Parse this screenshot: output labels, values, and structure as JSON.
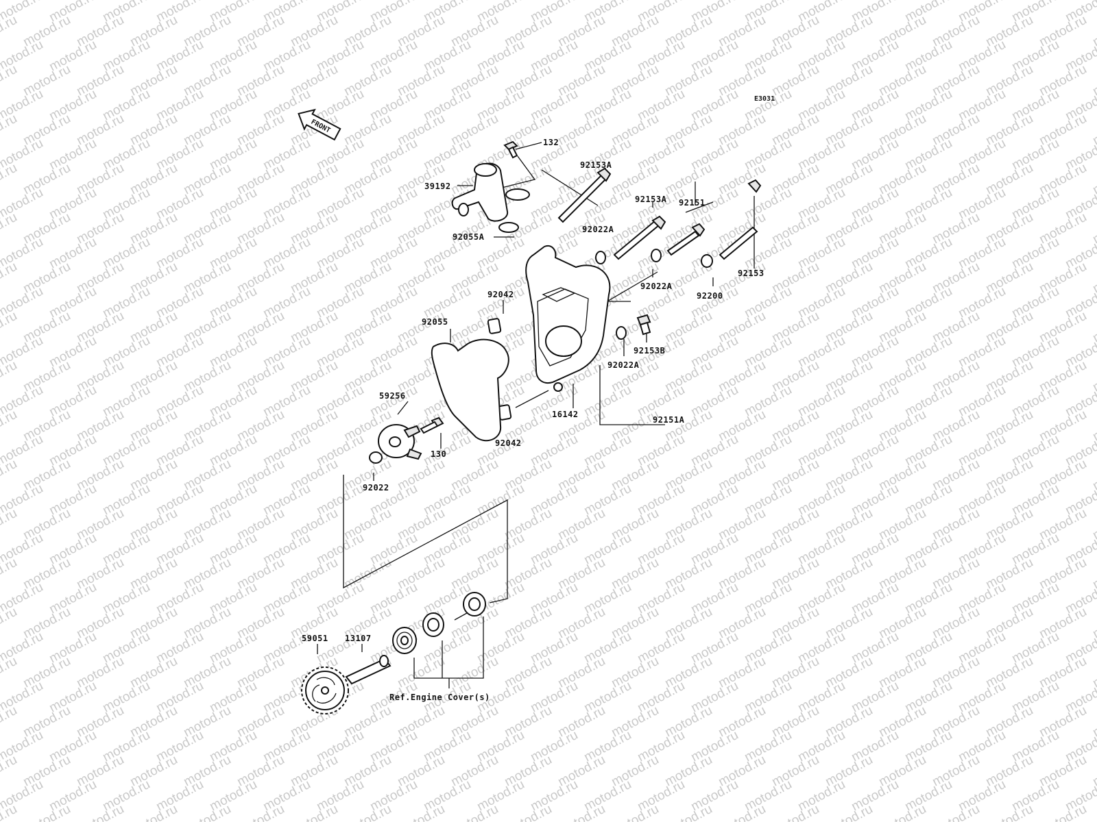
{
  "watermark": {
    "text": "motod.ru",
    "color": "#c9c9c9"
  },
  "diagram": {
    "code": "E3031",
    "front_label": "FRONT",
    "reference_note": "Ref.Engine Cover(s)",
    "parts": {
      "p132": "132",
      "p92153A_1": "92153A",
      "p39192": "39192",
      "p92153A_2": "92153A",
      "p92151": "92151",
      "p92022A_1": "92022A",
      "p92055A": "92055A",
      "p92153": "92153",
      "p92022A_2": "92022A",
      "p92200": "92200",
      "p92042_1": "92042",
      "p92055": "92055",
      "p92153B": "92153B",
      "p92022A_3": "92022A",
      "p59256": "59256",
      "p16142": "16142",
      "p92151A": "92151A",
      "p92042_2": "92042",
      "p130": "130",
      "p92022": "92022",
      "p59051": "59051",
      "p13107": "13107"
    }
  }
}
